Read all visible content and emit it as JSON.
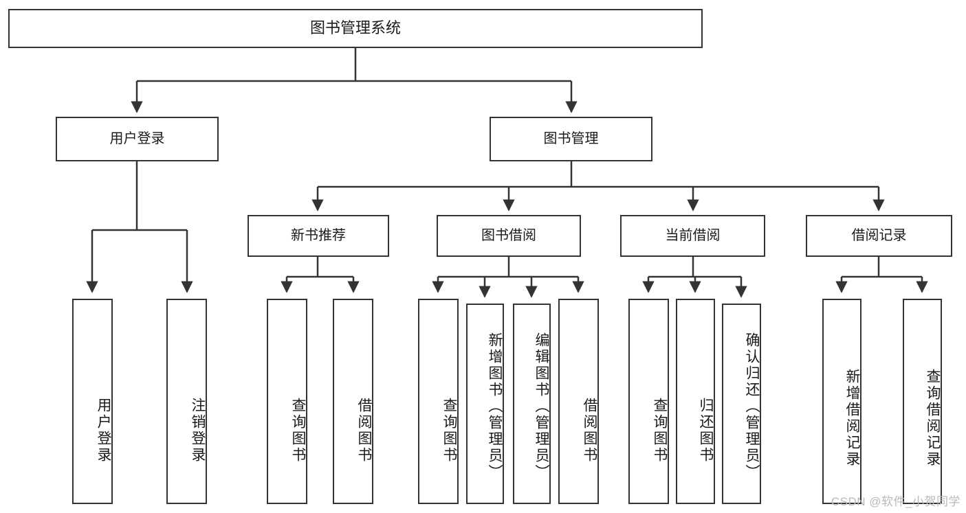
{
  "diagram": {
    "title": "图书管理系统",
    "type": "tree",
    "watermark": "CSDN @软件_小贺同学",
    "colors": {
      "node_border": "#333333",
      "node_fill": "#ffffff",
      "edge": "#333333",
      "text": "#1a1a1a",
      "watermark": "#b9b9b9",
      "background": "#ffffff"
    },
    "nodes": {
      "root": {
        "label": "图书管理系统"
      },
      "level1": [
        {
          "id": "user-login",
          "label": "用户登录"
        },
        {
          "id": "book-manage",
          "label": "图书管理"
        }
      ],
      "level2": [
        {
          "id": "new-book-rec",
          "label": "新书推荐"
        },
        {
          "id": "book-borrow",
          "label": "图书借阅"
        },
        {
          "id": "current-borrow",
          "label": "当前借阅"
        },
        {
          "id": "borrow-record",
          "label": "借阅记录"
        }
      ],
      "leaves": [
        {
          "id": "leaf-user-login",
          "label": "用户登录",
          "parent": "user-login"
        },
        {
          "id": "leaf-logout-login",
          "label": "注销登录",
          "parent": "user-login"
        },
        {
          "id": "leaf-query-book-1",
          "label": "查询图书",
          "parent": "new-book-rec"
        },
        {
          "id": "leaf-borrow-book-1",
          "label": "借阅图书",
          "parent": "new-book-rec"
        },
        {
          "id": "leaf-query-book-2",
          "label": "查询图书",
          "parent": "book-borrow"
        },
        {
          "id": "leaf-add-book",
          "label": "新增图书（管理员）",
          "parent": "book-borrow"
        },
        {
          "id": "leaf-edit-book",
          "label": "编辑图书（管理员）",
          "parent": "book-borrow"
        },
        {
          "id": "leaf-borrow-book-2",
          "label": "借阅图书",
          "parent": "book-borrow"
        },
        {
          "id": "leaf-query-book-3",
          "label": "查询图书",
          "parent": "current-borrow"
        },
        {
          "id": "leaf-return-book",
          "label": "归还图书",
          "parent": "current-borrow"
        },
        {
          "id": "leaf-confirm-return",
          "label": "确认归还（管理员）",
          "parent": "current-borrow"
        },
        {
          "id": "leaf-add-record",
          "label": "新增借阅记录",
          "parent": "borrow-record"
        },
        {
          "id": "leaf-query-record",
          "label": "查询借阅记录",
          "parent": "borrow-record"
        }
      ]
    }
  }
}
